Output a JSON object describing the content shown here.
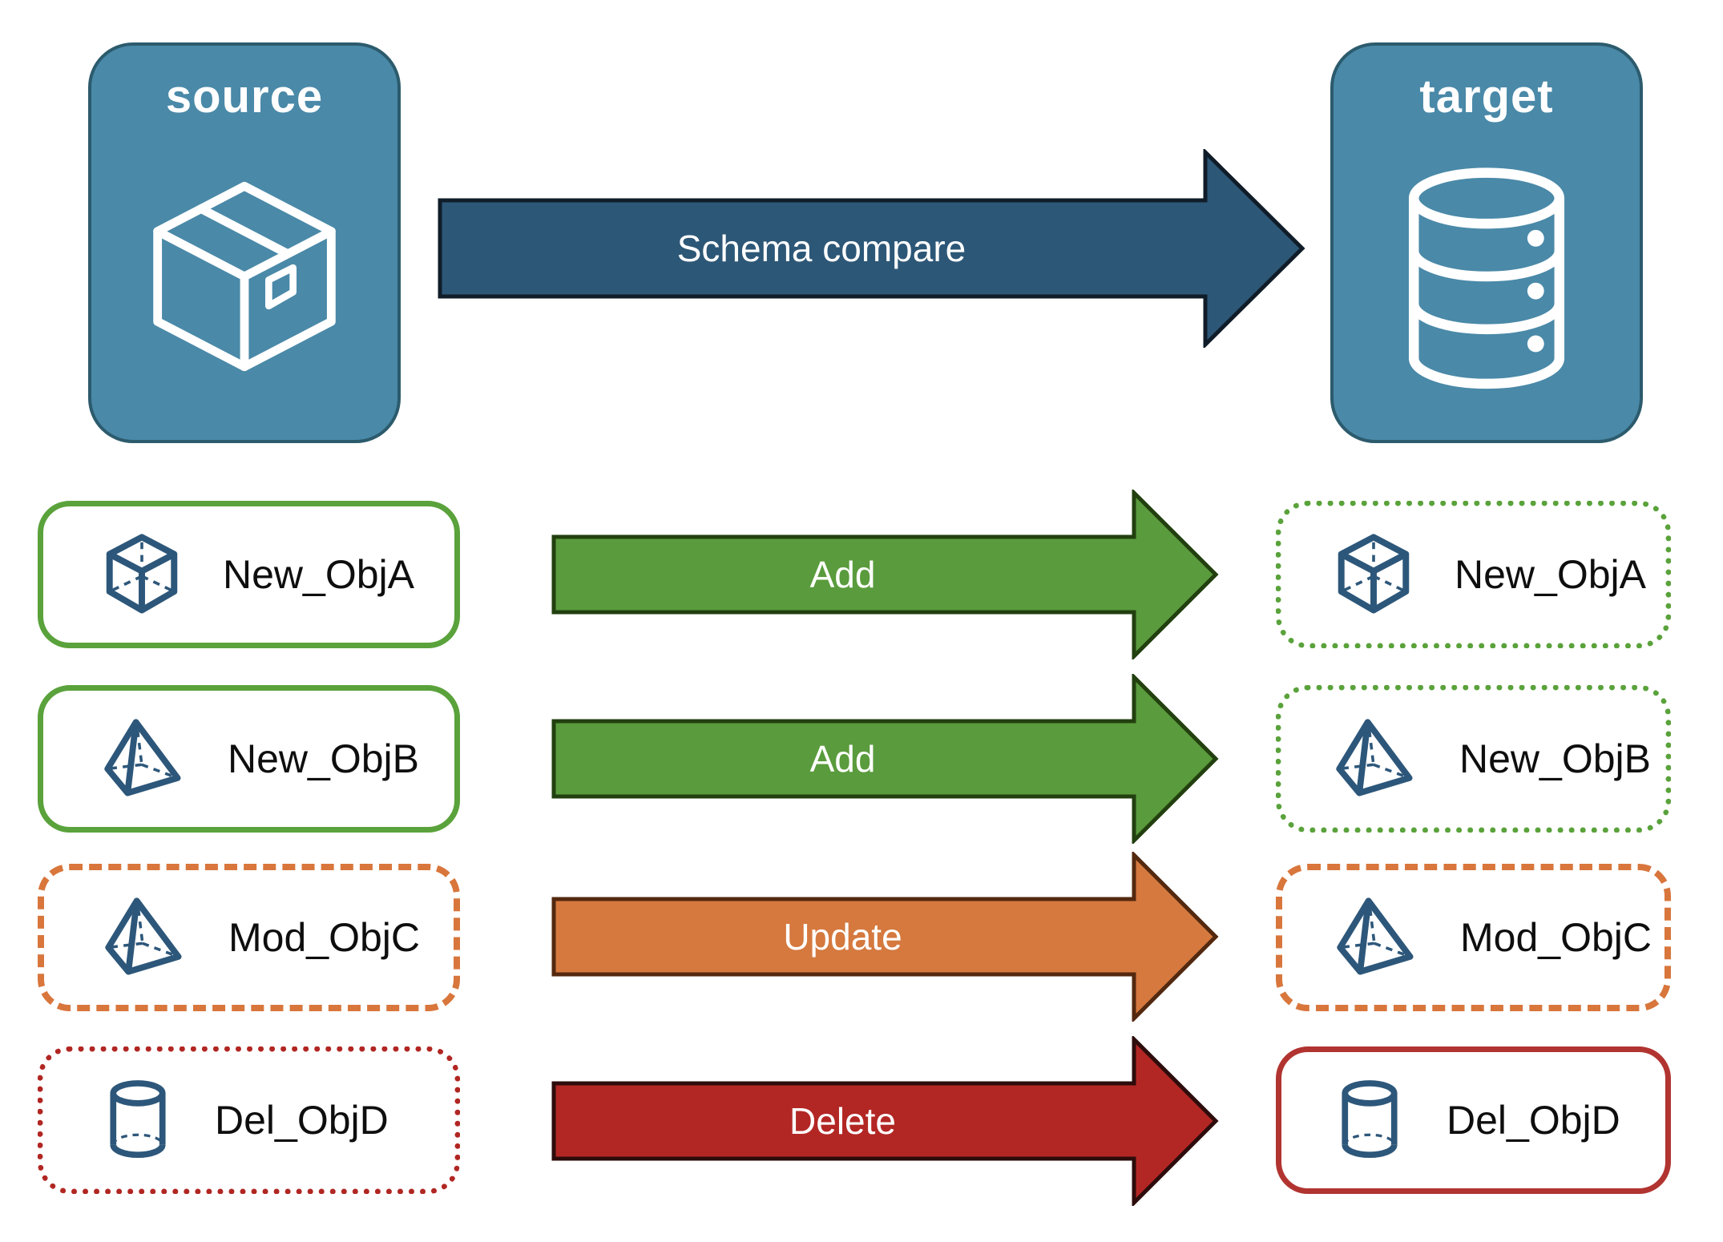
{
  "colors": {
    "node_fill": "#4a89a8",
    "node_border": "#2c5b6d",
    "main_arrow_fill": "#2d5777",
    "main_arrow_border": "#101d29",
    "green_border": "#5aa23b",
    "green_arrow_fill": "#5a9b3d",
    "green_arrow_border": "#22400f",
    "orange_border": "#d8763c",
    "orange_arrow_fill": "#d5793f",
    "orange_arrow_border": "#53290f",
    "red_border": "#b12622",
    "red_solid_border": "#b13430",
    "red_arrow_fill": "#b22724",
    "red_arrow_border": "#2e0c0c",
    "icon_blue": "#2d577a",
    "label_text": "#0e0e0e",
    "arrow_text": "#ffffff"
  },
  "nodes": {
    "source": {
      "label": "source",
      "icon": "package-icon"
    },
    "target": {
      "label": "target",
      "icon": "database-icon"
    }
  },
  "main_arrow": {
    "label": "Schema compare"
  },
  "rows": [
    {
      "left": {
        "label": "New_ObjA",
        "icon": "cube-icon",
        "border_style": "green-solid"
      },
      "arrow": {
        "label": "Add",
        "color_name": "green"
      },
      "right": {
        "label": "New_ObjA",
        "icon": "cube-icon",
        "border_style": "green-dotted"
      }
    },
    {
      "left": {
        "label": "New_ObjB",
        "icon": "pyramid-icon",
        "border_style": "green-solid"
      },
      "arrow": {
        "label": "Add",
        "color_name": "green"
      },
      "right": {
        "label": "New_ObjB",
        "icon": "pyramid-icon",
        "border_style": "green-dotted"
      }
    },
    {
      "left": {
        "label": "Mod_ObjC",
        "icon": "pyramid-icon",
        "border_style": "orange-dashed"
      },
      "arrow": {
        "label": "Update",
        "color_name": "orange"
      },
      "right": {
        "label": "Mod_ObjC",
        "icon": "pyramid-icon",
        "border_style": "orange-dashed"
      }
    },
    {
      "left": {
        "label": "Del_ObjD",
        "icon": "cylinder-icon",
        "border_style": "red-dotted"
      },
      "arrow": {
        "label": "Delete",
        "color_name": "red"
      },
      "right": {
        "label": "Del_ObjD",
        "icon": "cylinder-icon",
        "border_style": "red-solid"
      }
    }
  ]
}
